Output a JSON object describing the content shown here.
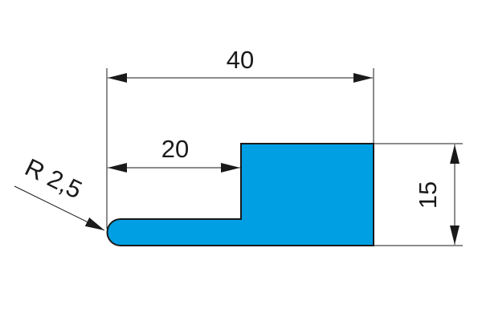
{
  "dimensions": {
    "overall_width": "40",
    "step_width": "20",
    "height": "15",
    "radius": "R 2,5"
  },
  "colors": {
    "profile_fill": "#009fe3",
    "line": "#1a1a1a"
  }
}
